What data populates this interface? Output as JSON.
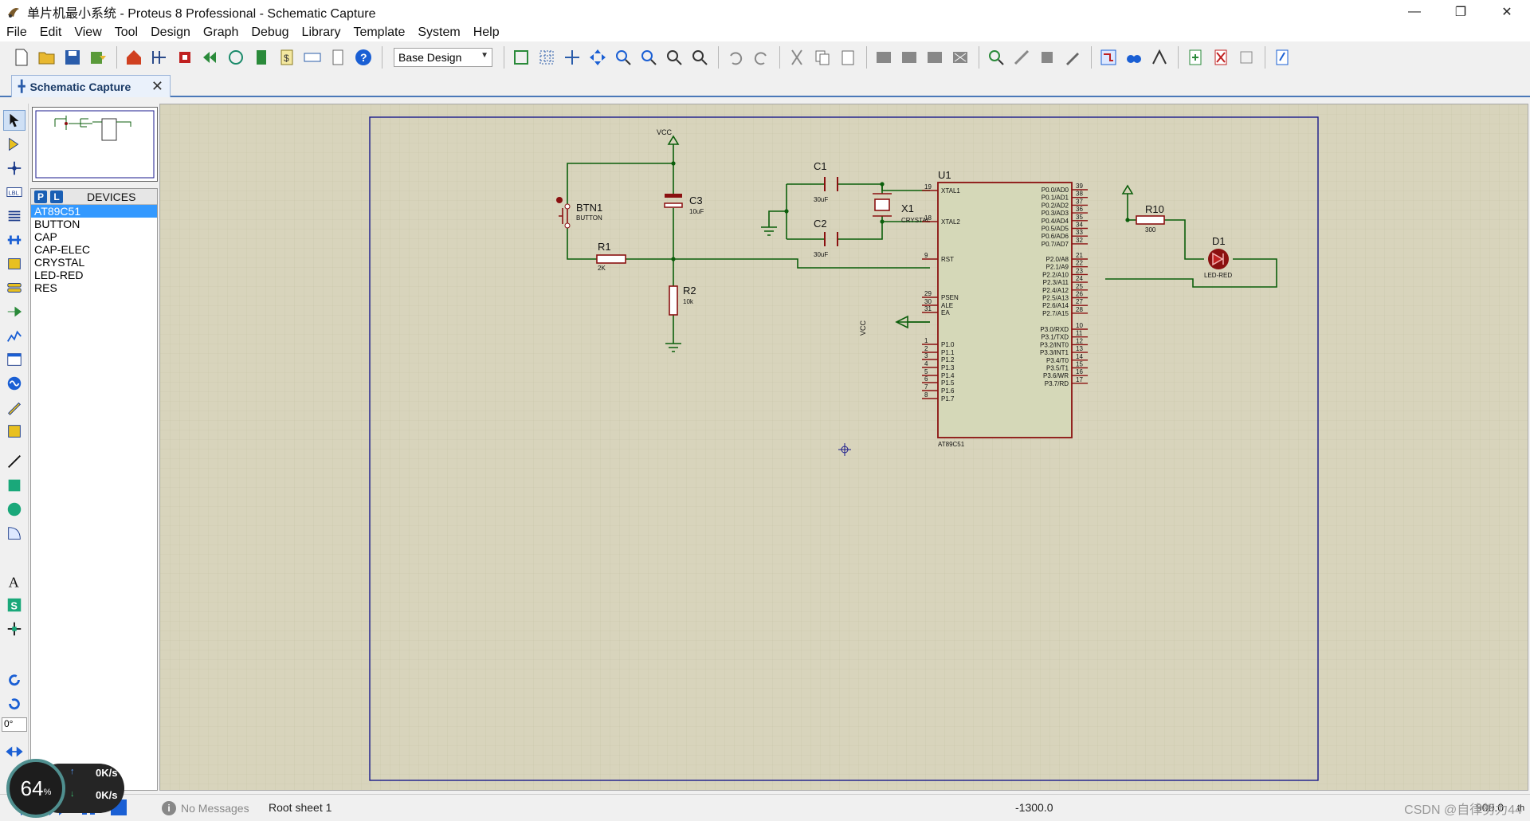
{
  "window": {
    "title": "单片机最小系统 - Proteus 8 Professional - Schematic Capture"
  },
  "menu": [
    "File",
    "Edit",
    "View",
    "Tool",
    "Design",
    "Graph",
    "Debug",
    "Library",
    "Template",
    "System",
    "Help"
  ],
  "toolbar": {
    "design_select": "Base Design"
  },
  "tab": {
    "label": "Schematic Capture"
  },
  "devices": {
    "header": "DEVICES",
    "p_btn": "P",
    "l_btn": "L",
    "items": [
      "AT89C51",
      "BUTTON",
      "CAP",
      "CAP-ELEC",
      "CRYSTAL",
      "LED-RED",
      "RES"
    ],
    "selected": "AT89C51"
  },
  "rotation": "0°",
  "status": {
    "messages": "No Messages",
    "sheet": "Root sheet 1",
    "coord_x": "-1300.0",
    "coord_y": "900.0",
    "unit": "th"
  },
  "speed": {
    "percent": "64",
    "percent_unit": "%",
    "up": "0K/s",
    "down": "0K/s"
  },
  "watermark": "CSDN @自律努力44",
  "schematic": {
    "labels": {
      "vcc_top": "VCC",
      "vcc_side": "VCC",
      "btn": "BTN1",
      "btn_type": "BUTTON",
      "c3": "C3",
      "c3_val": "10uF",
      "r1": "R1",
      "r1_val": "2K",
      "r2": "R2",
      "r2_val": "10k",
      "c1": "C1",
      "c1_val": "30uF",
      "c2": "C2",
      "c2_val": "30uF",
      "x1": "X1",
      "x1_type": "CRYSTAL",
      "u1": "U1",
      "u1_type": "AT89C51",
      "r10": "R10",
      "r10_val": "300",
      "d1": "D1",
      "d1_type": "LED-RED"
    },
    "left_pins": [
      {
        "num": "19",
        "name": "XTAL1"
      },
      {
        "num": "18",
        "name": "XTAL2"
      },
      {
        "num": "9",
        "name": "RST"
      },
      {
        "num": "29",
        "name": "PSEN"
      },
      {
        "num": "30",
        "name": "ALE"
      },
      {
        "num": "31",
        "name": "EA"
      },
      {
        "num": "1",
        "name": "P1.0"
      },
      {
        "num": "2",
        "name": "P1.1"
      },
      {
        "num": "3",
        "name": "P1.2"
      },
      {
        "num": "4",
        "name": "P1.3"
      },
      {
        "num": "5",
        "name": "P1.4"
      },
      {
        "num": "6",
        "name": "P1.5"
      },
      {
        "num": "7",
        "name": "P1.6"
      },
      {
        "num": "8",
        "name": "P1.7"
      }
    ],
    "right_pins": [
      {
        "num": "39",
        "name": "P0.0/AD0"
      },
      {
        "num": "38",
        "name": "P0.1/AD1"
      },
      {
        "num": "37",
        "name": "P0.2/AD2"
      },
      {
        "num": "36",
        "name": "P0.3/AD3"
      },
      {
        "num": "35",
        "name": "P0.4/AD4"
      },
      {
        "num": "34",
        "name": "P0.5/AD5"
      },
      {
        "num": "33",
        "name": "P0.6/AD6"
      },
      {
        "num": "32",
        "name": "P0.7/AD7"
      },
      {
        "num": "21",
        "name": "P2.0/A8"
      },
      {
        "num": "22",
        "name": "P2.1/A9"
      },
      {
        "num": "23",
        "name": "P2.2/A10"
      },
      {
        "num": "24",
        "name": "P2.3/A11"
      },
      {
        "num": "25",
        "name": "P2.4/A12"
      },
      {
        "num": "26",
        "name": "P2.5/A13"
      },
      {
        "num": "27",
        "name": "P2.6/A14"
      },
      {
        "num": "28",
        "name": "P2.7/A15"
      },
      {
        "num": "10",
        "name": "P3.0/RXD"
      },
      {
        "num": "11",
        "name": "P3.1/TXD"
      },
      {
        "num": "12",
        "name": "P3.2/INT0"
      },
      {
        "num": "13",
        "name": "P3.3/INT1"
      },
      {
        "num": "14",
        "name": "P3.4/T0"
      },
      {
        "num": "15",
        "name": "P3.5/T1"
      },
      {
        "num": "16",
        "name": "P3.6/WR"
      },
      {
        "num": "17",
        "name": "P3.7/RD"
      }
    ]
  },
  "colors": {
    "wire": "#0b5e0b",
    "component": "#8a1010",
    "grid_bg": "#d8d4bc",
    "grid_line": "#c8c4a8",
    "border": "#1a1a8c",
    "chip_fill": "#d5d8b8"
  }
}
